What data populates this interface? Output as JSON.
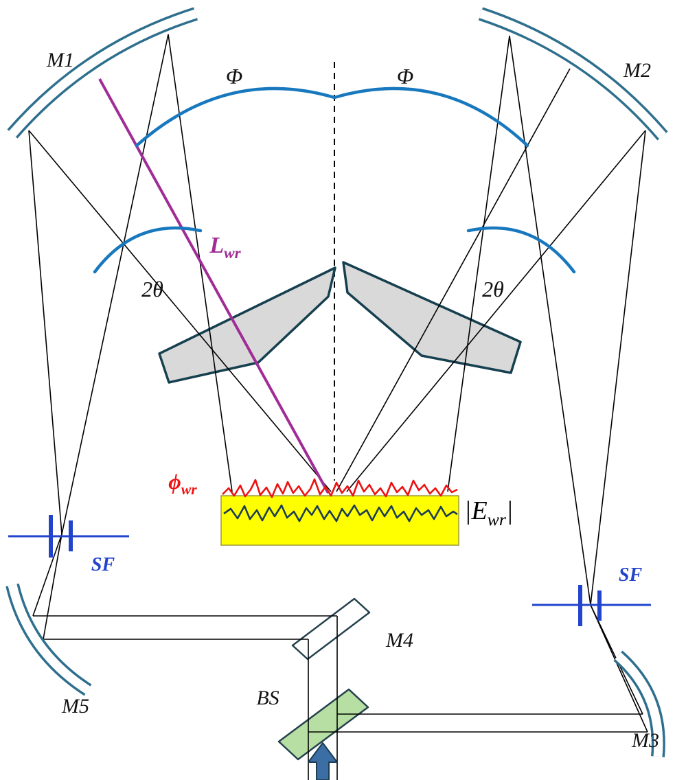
{
  "labels": {
    "mirror_m1": "M1",
    "mirror_m2": "M2",
    "mirror_m3": "M3",
    "mirror_m4": "M4",
    "mirror_m5": "M5",
    "beam_splitter": "BS",
    "spatial_filter_left": "SF",
    "spatial_filter_right": "SF",
    "angle_phi_left": "Φ",
    "angle_phi_right": "Φ",
    "angle_two_theta_left": "2θ",
    "angle_two_theta_right": "2θ",
    "path_length": {
      "main": "L",
      "sub": "wr"
    },
    "phase": {
      "main": "ϕ",
      "sub": "wr"
    },
    "field": {
      "pre": "|E",
      "sub": "wr",
      "post": "|"
    }
  },
  "colors": {
    "mirror_outline": "#2e6f8e",
    "beam_black": "#000000",
    "angle_arc_blue": "#1878be",
    "spatial_filter_blue": "#2244cc",
    "path_purple": "#a02c96",
    "phase_red": "#ee1111",
    "field_dark": "#1d3d52",
    "sample_yellow": "#ffff00",
    "beamsplitter_green": "#b7dfa3",
    "prism_gray": "#d9d9d9",
    "arrow_blue": "#3a6ea5"
  }
}
